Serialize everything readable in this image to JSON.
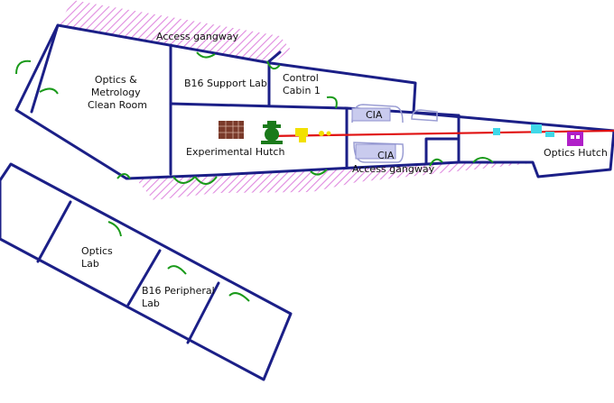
{
  "title": "",
  "colors": {
    "wall": "#1b1f87",
    "door": "#1a9a1a",
    "gangway_hatch": "#e08ae0",
    "beam": "#e01010",
    "experimental_equipment": "#7a3a2a",
    "table": "#1a7a1a",
    "yellow_optics": "#f2e000",
    "cyan_optics": "#40d8e8",
    "optics_hutch_equipment": "#b020c8",
    "cia": "#c9cbee"
  },
  "rooms": {
    "gangway_top": "Access gangway",
    "gangway_bottom": "Access gangway",
    "clean_room": [
      "Optics &",
      "Metrology",
      "Clean Room"
    ],
    "support_lab": "B16 Support Lab",
    "control_cabin": [
      "Control",
      "Cabin 1"
    ],
    "cia_top": "CIA",
    "cia_bottom": "CIA",
    "experimental_hutch": "Experimental Hutch",
    "optics_hutch": "Optics Hutch",
    "optics_lab": [
      "Optics",
      "Lab"
    ],
    "peripheral_lab": [
      "B16 Peripheral",
      "Lab"
    ]
  }
}
